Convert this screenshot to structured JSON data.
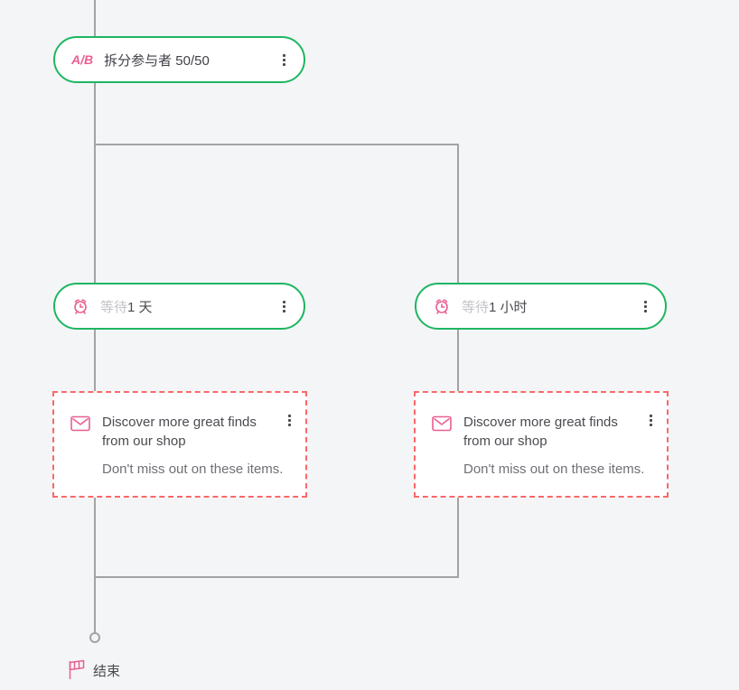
{
  "colors": {
    "background": "#f4f5f6",
    "connector": "#a3a3a3",
    "node_border_green": "#1eb662",
    "icon_pink": "#e95f92",
    "email_dashed_border": "#f8696a"
  },
  "nodes": {
    "split": {
      "icon": "ab-split-icon",
      "icon_text": "A/B",
      "label": "拆分参与者 50/50"
    },
    "wait_left": {
      "icon": "alarm-clock-icon",
      "prefix": "等待",
      "value": "1 天"
    },
    "wait_right": {
      "icon": "alarm-clock-icon",
      "prefix": "等待",
      "value": "1 小时"
    },
    "email_left": {
      "icon": "envelope-icon",
      "title": "Discover more great finds from our shop",
      "subtitle": "Don't miss out on these items."
    },
    "email_right": {
      "icon": "envelope-icon",
      "title": "Discover more great finds from our shop",
      "subtitle": "Don't miss out on these items."
    },
    "end": {
      "icon": "flag-icon",
      "label": "结束"
    }
  }
}
